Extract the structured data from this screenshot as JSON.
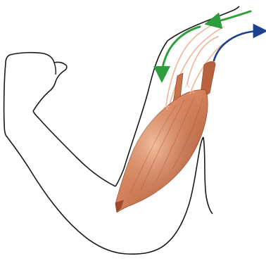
{
  "figure": {
    "subject": "arm-with-biceps-muscle",
    "colors": {
      "background": "#ffffff",
      "outline": "#1a1a1a",
      "muscle_dark": "#9c4a2a",
      "muscle_mid": "#c8734d",
      "muscle_light": "#f0b795",
      "nerve_fibers": "#f2b08f",
      "afferent_arrow": "#2e9e3c",
      "efferent_arrow": "#1f3f8f"
    },
    "arrows": [
      {
        "name": "incoming-signal-arrow-upper",
        "color": "green",
        "direction": "left"
      },
      {
        "name": "incoming-signal-arrow-lower",
        "color": "green",
        "direction": "down"
      },
      {
        "name": "outgoing-signal-arrow",
        "color": "blue",
        "direction": "right"
      }
    ]
  }
}
